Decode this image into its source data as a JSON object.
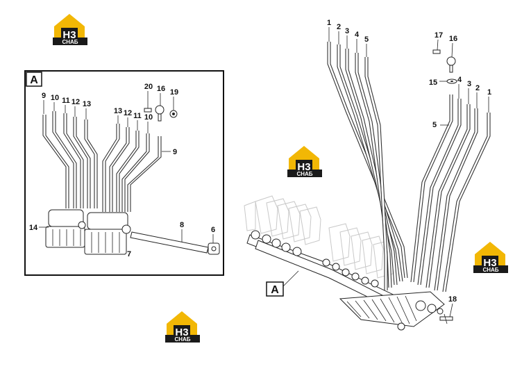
{
  "logo": {
    "top": "H3",
    "bottom": "СНАБ",
    "accent": "#f2b705",
    "dark": "#1a1a1a"
  },
  "inset": {
    "label": "A"
  },
  "view_label": "A",
  "inset_callouts": [
    "9",
    "10",
    "11",
    "12",
    "13",
    "13",
    "12",
    "11",
    "10",
    "9",
    "20",
    "16",
    "19",
    "14",
    "8",
    "6",
    "7"
  ],
  "main_callouts": [
    "1",
    "2",
    "3",
    "4",
    "5",
    "17",
    "16",
    "15",
    "4",
    "3",
    "2",
    "1",
    "5",
    "18"
  ]
}
